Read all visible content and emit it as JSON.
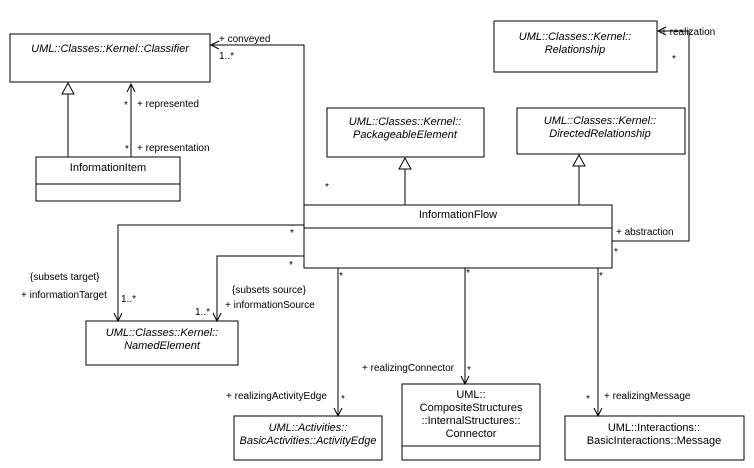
{
  "classes": {
    "classifier": {
      "lines": [
        "UML::Classes::Kernel::Classifier"
      ],
      "abstract": true
    },
    "relationship": {
      "lines": [
        "UML::Classes::Kernel::",
        "Relationship"
      ],
      "abstract": true
    },
    "packageable_element": {
      "lines": [
        "UML::Classes::Kernel::",
        "PackageableElement"
      ],
      "abstract": true
    },
    "directed_relationship": {
      "lines": [
        "UML::Classes::Kernel::",
        "DirectedRelationship"
      ],
      "abstract": true
    },
    "information_item": {
      "lines": [
        "InformationItem"
      ],
      "abstract": false
    },
    "information_flow": {
      "lines": [
        "InformationFlow"
      ],
      "abstract": false
    },
    "named_element": {
      "lines": [
        "UML::Classes::Kernel::",
        "NamedElement"
      ],
      "abstract": true
    },
    "activity_edge": {
      "lines": [
        "UML::Activities::",
        "BasicActivities::ActivityEdge"
      ],
      "abstract": true
    },
    "connector": {
      "lines": [
        "UML::",
        "CompositeStructures",
        "::InternalStructures::",
        "Connector"
      ],
      "abstract": false
    },
    "message": {
      "lines": [
        "UML::Interactions::",
        "BasicInteractions::Message"
      ],
      "abstract": false
    }
  },
  "labels": {
    "conveyed": "+ conveyed",
    "conveyed_mult": "1..*",
    "conveyed_src_mult": "*",
    "realization": "+ realization",
    "realization_mult": "*",
    "represented_mult": "*",
    "represented": "+ represented",
    "representation_mult": "*",
    "representation": "+ representation",
    "abstraction": "+ abstraction",
    "abstraction_mult": "*",
    "target_src_mult": "*",
    "target_subsets": "{subsets target}",
    "target_role": "+ informationTarget",
    "target_mult": "1..*",
    "source_src_mult": "*",
    "source_subsets": "{subsets source}",
    "source_role": "+ informationSource",
    "source_mult": "1..*",
    "edge_src_mult": "*",
    "edge_role": "+ realizingActivityEdge",
    "edge_mult": "*",
    "connector_src_mult": "*",
    "connector_role": "+ realizingConnector",
    "connector_mult": "*",
    "message_src_mult": "*",
    "message_role": "+ realizingMessage",
    "message_mult": "*"
  }
}
